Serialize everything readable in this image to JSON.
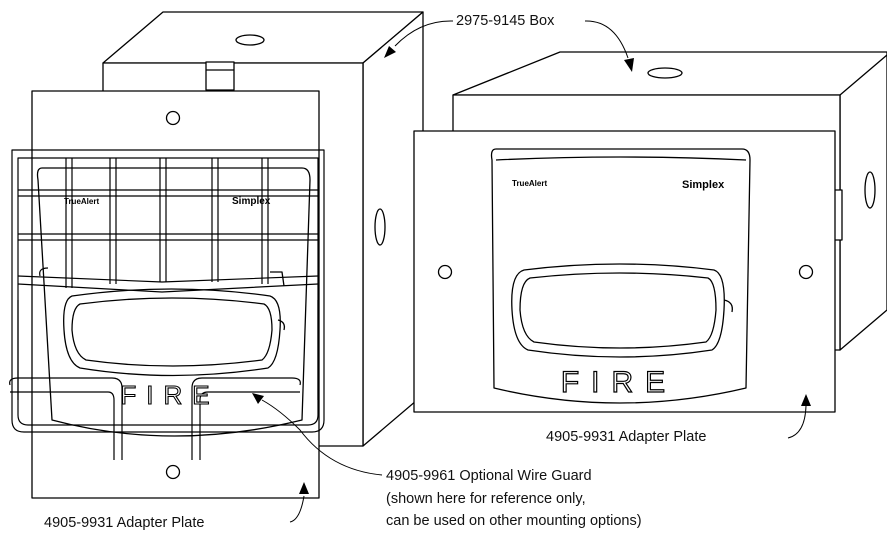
{
  "labels": {
    "box": "2975-9145 Box",
    "plate_right": "4905-9931 Adapter Plate",
    "plate_left": "4905-9931 Adapter Plate",
    "guard_line1": "4905-9961 Optional Wire Guard",
    "guard_line2": "(shown here for reference only,",
    "guard_line3": "can be used on other mounting options)"
  },
  "devices": {
    "left": {
      "fire_text": "FIRE",
      "brand_left": "TrueAlert",
      "brand_right": "Simplex"
    },
    "right": {
      "fire_text": "FIRE",
      "brand_left": "TrueAlert",
      "brand_right": "Simplex"
    }
  },
  "colors": {
    "line": "#000000",
    "background": "#ffffff"
  }
}
